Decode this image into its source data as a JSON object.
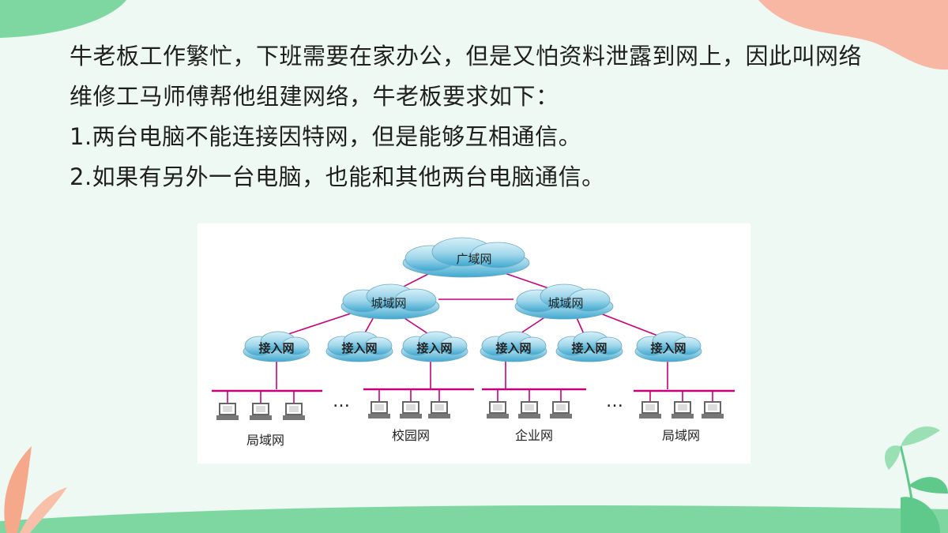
{
  "text": {
    "line1": "牛老板工作繁忙，下班需要在家办公，但是又怕资料泄露到网上，因此叫网络",
    "line2": "维修工马师傅帮他组建网络，牛老板要求如下：",
    "line3": "1.两台电脑不能连接因特网，但是能够互相通信。",
    "line4": "2.如果有另外一台电脑，也能和其他两台电脑通信。"
  },
  "diagram": {
    "wan": "广域网",
    "man_left": "城域网",
    "man_right": "城域网",
    "access": [
      "接入网",
      "接入网",
      "接入网",
      "接入网",
      "接入网",
      "接入网"
    ],
    "ellipsis_left": "…",
    "ellipsis_right": "…",
    "lan_left": "局域网",
    "campus": "校园网",
    "enterprise": "企业网",
    "lan_right": "局域网"
  },
  "colors": {
    "link": "#c8007a",
    "cloud_top": "#bfe6f2",
    "cloud_bottom": "#4fb3d6",
    "computer": "#8a8a8a"
  }
}
